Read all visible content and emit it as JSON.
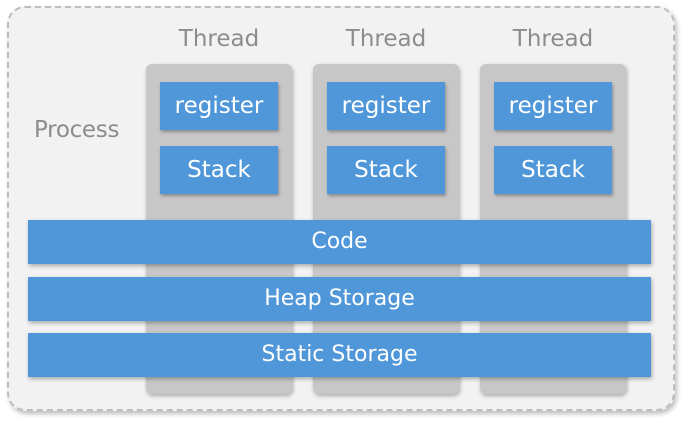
{
  "process": {
    "label": "Process"
  },
  "threads": [
    {
      "title": "Thread",
      "register_label": "register",
      "stack_label": "Stack"
    },
    {
      "title": "Thread",
      "register_label": "register",
      "stack_label": "Stack"
    },
    {
      "title": "Thread",
      "register_label": "register",
      "stack_label": "Stack"
    }
  ],
  "segments": [
    {
      "label": "Code"
    },
    {
      "label": "Heap Storage"
    },
    {
      "label": "Static Storage"
    }
  ],
  "colors": {
    "block_blue": "#4f97d8",
    "thread_gray": "#c7c7c7",
    "process_bg": "#f2f2f2",
    "label_gray": "#8c8c8c"
  }
}
